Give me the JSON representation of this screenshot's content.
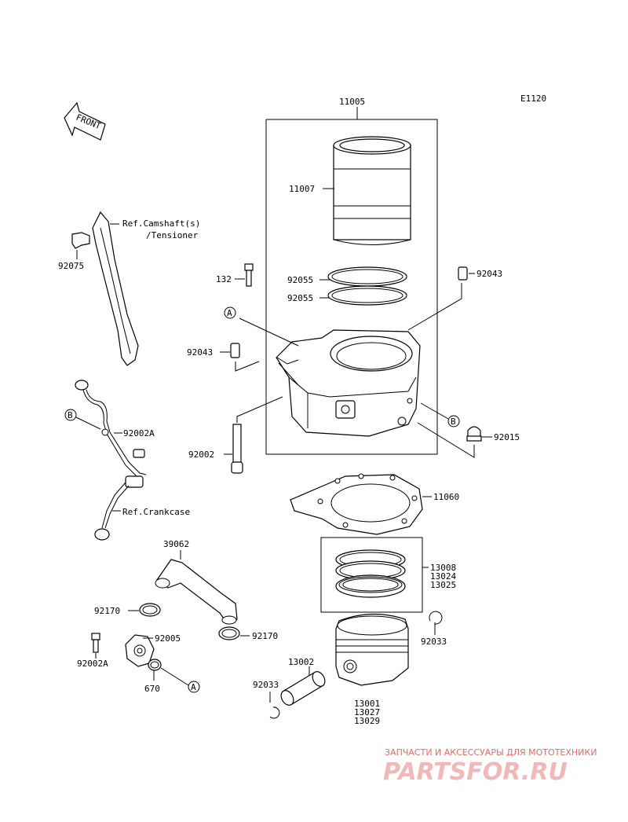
{
  "diagram_code": "E1120",
  "front_label": "FRONT",
  "refs": {
    "camshaft_line1": "Ref.Camshaft(s)",
    "camshaft_line2": "/Tensioner",
    "crankcase": "Ref.Crankcase"
  },
  "callout_letters": {
    "a": "A",
    "b": "B"
  },
  "parts": {
    "p11005": "11005",
    "p11007": "11007",
    "p132": "132",
    "p92055a": "92055",
    "p92055b": "92055",
    "p92043_right": "92043",
    "p92043_left": "92043",
    "p92015": "92015",
    "p92002": "92002",
    "p92075": "92075",
    "p92002A_top": "92002A",
    "p11060": "11060",
    "p13008": "13008",
    "p13024": "13024",
    "p13025": "13025",
    "p39062": "39062",
    "p92170_left": "92170",
    "p92005": "92005",
    "p92170_right": "92170",
    "p92002A_bottom": "92002A",
    "p670": "670",
    "p92033_right": "92033",
    "p13002": "13002",
    "p92033_left": "92033",
    "p13001": "13001",
    "p13027": "13027",
    "p13029": "13029"
  },
  "watermark": {
    "tagline": "ЗАПЧАСТИ И АКСЕССУАРЫ ДЛЯ МОТОТЕХНИКИ",
    "brand": "PARTSFOR.RU"
  }
}
